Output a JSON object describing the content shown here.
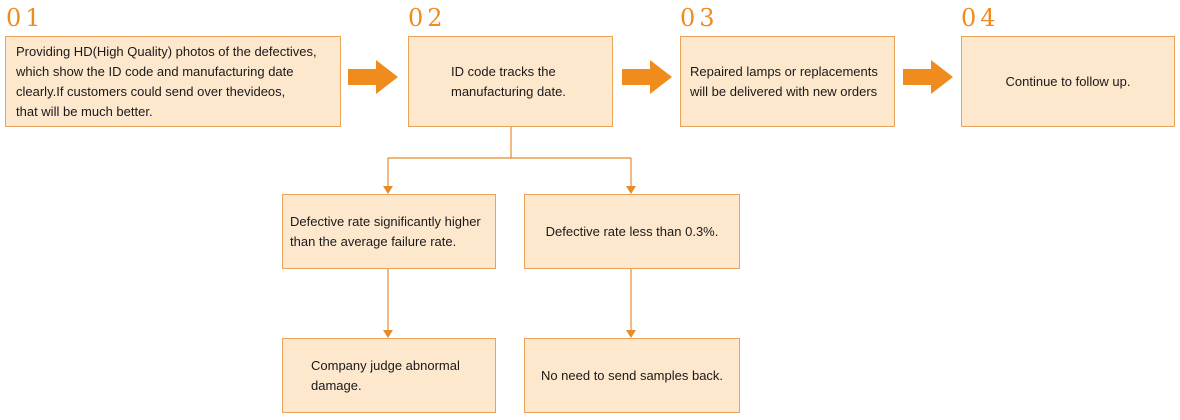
{
  "steps": [
    {
      "number": "01",
      "text": "Providing HD(High Quality) photos of the defectives,\nwhich show the ID code and manufacturing date\nclearly.If customers could send over thevideos,\nthat will be much better."
    },
    {
      "number": "02",
      "text": "ID code tracks the\nmanufacturing date."
    },
    {
      "number": "03",
      "text": "Repaired lamps or replacements\nwill be delivered with new orders"
    },
    {
      "number": "04",
      "text": "Continue to follow up."
    }
  ],
  "branches": {
    "left": {
      "condition": "Defective rate significantly higher\nthan the average failure rate.",
      "result": "Company judge abnormal\ndamage."
    },
    "right": {
      "condition": "Defective rate less than 0.3%.",
      "result": "No need to send samples back."
    }
  },
  "colors": {
    "accent": "#f08c1e",
    "box_fill": "#fde7cd",
    "box_border": "#e8a25a",
    "connector": "#e8892a"
  }
}
